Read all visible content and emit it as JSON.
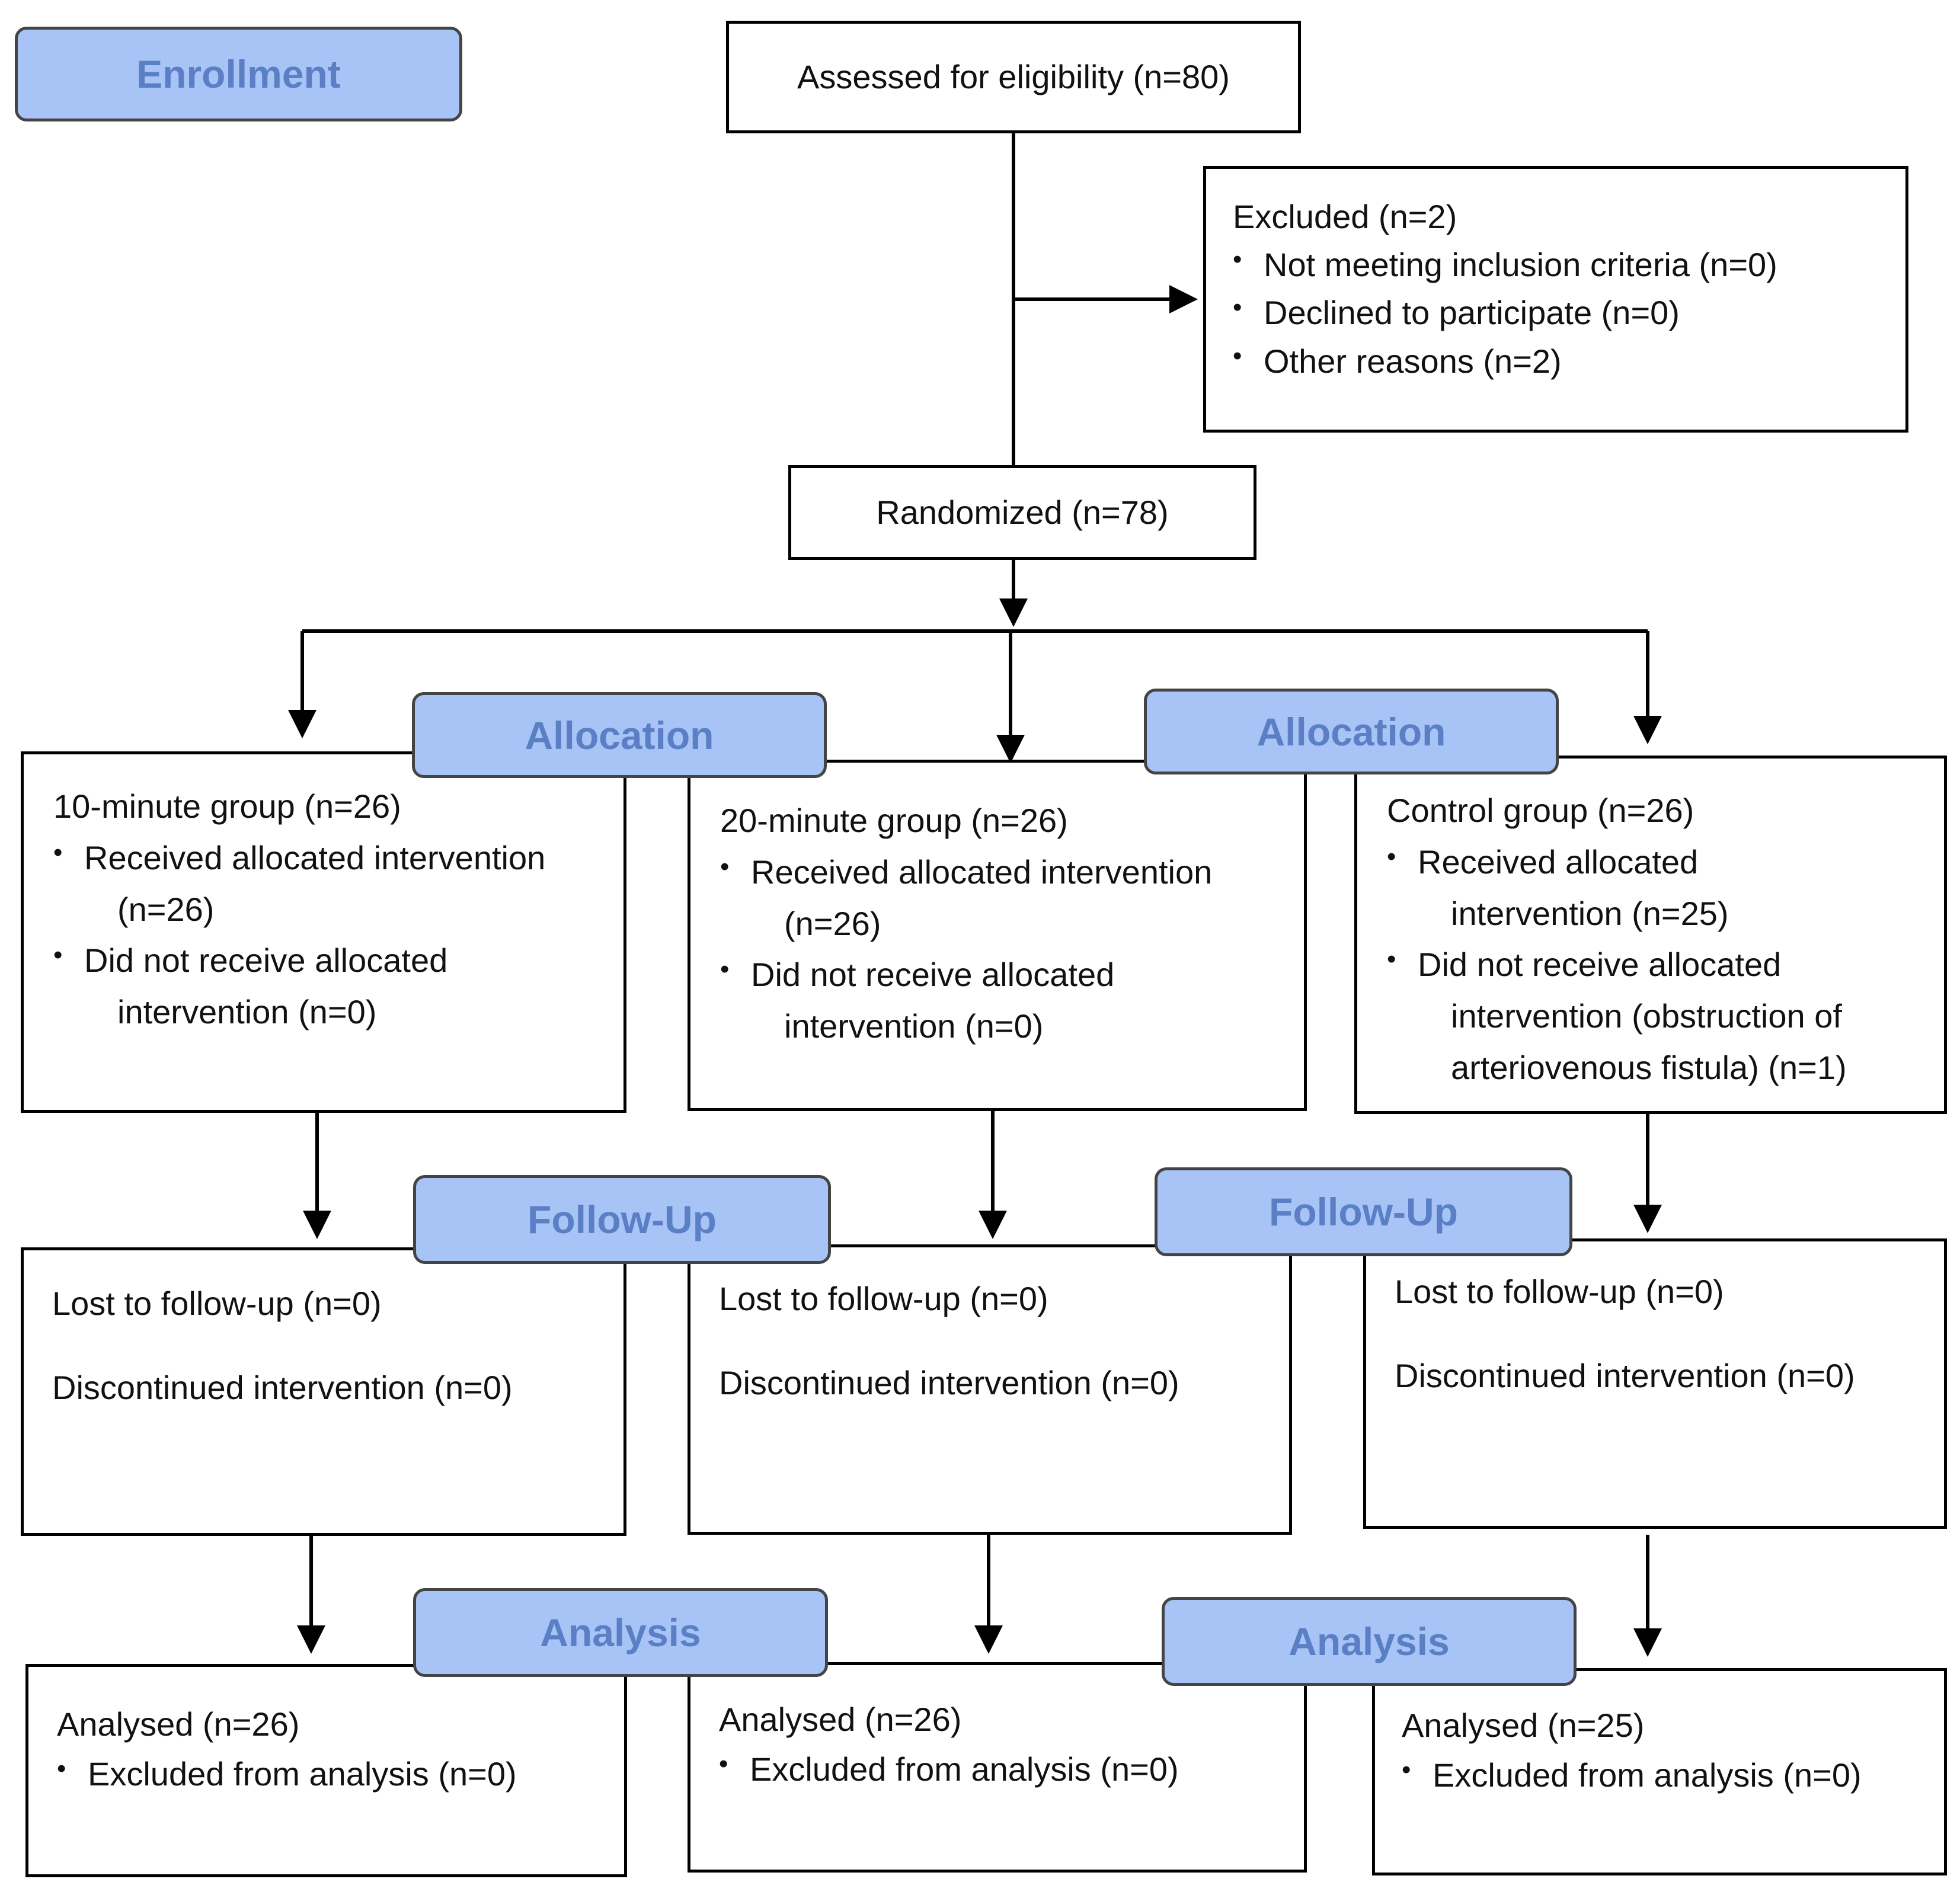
{
  "phases": {
    "enrollment": "Enrollment",
    "allocation": "Allocation",
    "follow_up": "Follow-Up",
    "analysis": "Analysis"
  },
  "enrollment": {
    "assessed": "Assessed for eligibility (n=80)",
    "excluded": {
      "title": "Excluded  (n=2)",
      "items": [
        "Not meeting inclusion criteria (n=0)",
        "Declined to participate (n=0)",
        "Other reasons (n=2)"
      ]
    },
    "randomized": "Randomized (n=78)"
  },
  "allocation": [
    {
      "title": "10-minute group (n=26)",
      "received": {
        "line1": "Received allocated intervention",
        "line2": "(n=26)"
      },
      "not_received": {
        "line1": "Did not receive allocated",
        "line2": "intervention (n=0)"
      }
    },
    {
      "title": "20-minute group (n=26)",
      "received": {
        "line1": "Received allocated intervention",
        "line2": "(n=26)"
      },
      "not_received": {
        "line1": "Did not receive allocated",
        "line2": "intervention (n=0)"
      }
    },
    {
      "title": "Control group (n=26)",
      "received": {
        "line1": "Received allocated",
        "line2": "intervention (n=25)"
      },
      "not_received": {
        "line1": "Did not receive allocated",
        "line2": "intervention (obstruction of",
        "line3": "arteriovenous fistula) (n=1)"
      }
    }
  ],
  "follow_up": [
    {
      "lost": "Lost to follow-up (n=0)",
      "discontinued": "Discontinued intervention (n=0)"
    },
    {
      "lost": "Lost to follow-up (n=0)",
      "discontinued": "Discontinued intervention (n=0)"
    },
    {
      "lost": "Lost to follow-up (n=0)",
      "discontinued": "Discontinued intervention (n=0)"
    }
  ],
  "analysis": [
    {
      "analysed": "Analysed  (n=26)",
      "excluded": "Excluded from analysis (n=0)"
    },
    {
      "analysed": "Analysed  (n=26)",
      "excluded": "Excluded from analysis (n=0)"
    },
    {
      "analysed": "Analysed  (n=25)",
      "excluded": "Excluded from analysis (n=0)"
    }
  ]
}
